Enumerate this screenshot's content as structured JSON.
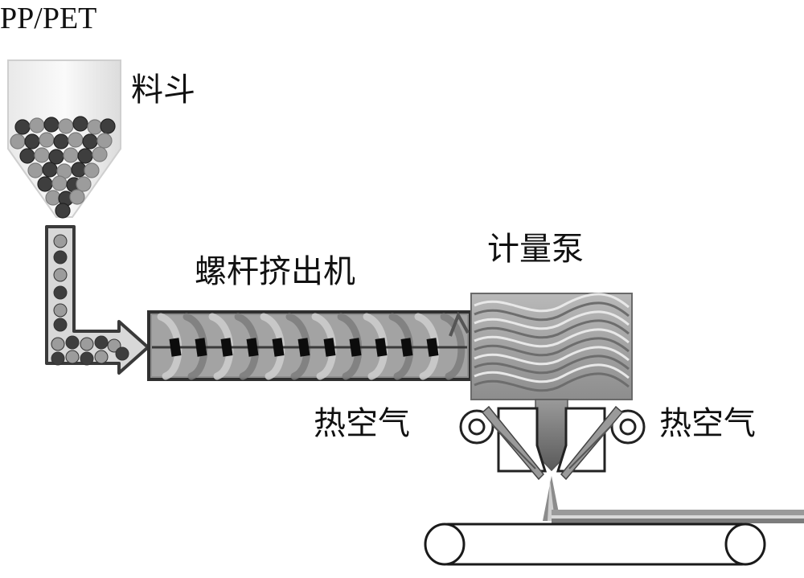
{
  "title": "PP/PET",
  "labels": {
    "hopper": "料斗",
    "extruder": "螺杆挤出机",
    "metering_pump": "计量泵",
    "hot_air_left": "热空气",
    "hot_air_right": "热空气"
  }
}
